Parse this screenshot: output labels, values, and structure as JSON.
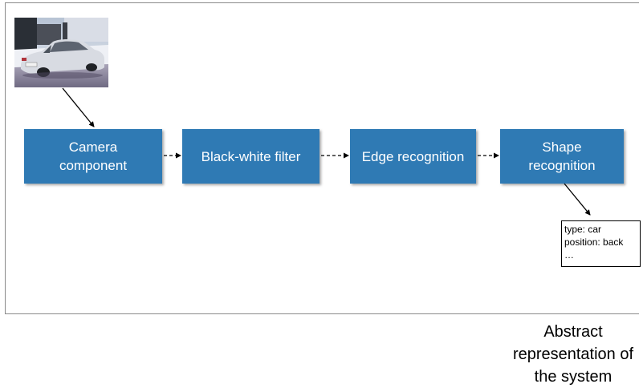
{
  "diagram": {
    "photo": {
      "subject": "car-photo"
    },
    "blocks": [
      {
        "id": "camera",
        "label_line1": "Camera",
        "label_line2": "component"
      },
      {
        "id": "bw",
        "label": "Black-white filter"
      },
      {
        "id": "edge",
        "label": "Edge recognition"
      },
      {
        "id": "shape",
        "label_line1": "Shape",
        "label_line2": "recognition"
      }
    ],
    "result": {
      "line1": "type: car",
      "line2": "position: back",
      "line3": "…"
    },
    "caption": {
      "line1": "Abstract",
      "line2": "representation of",
      "line3": "the system"
    },
    "colors": {
      "block": "#2f7ab4",
      "block_text": "#ffffff",
      "frame": "#8a8a8a"
    }
  }
}
